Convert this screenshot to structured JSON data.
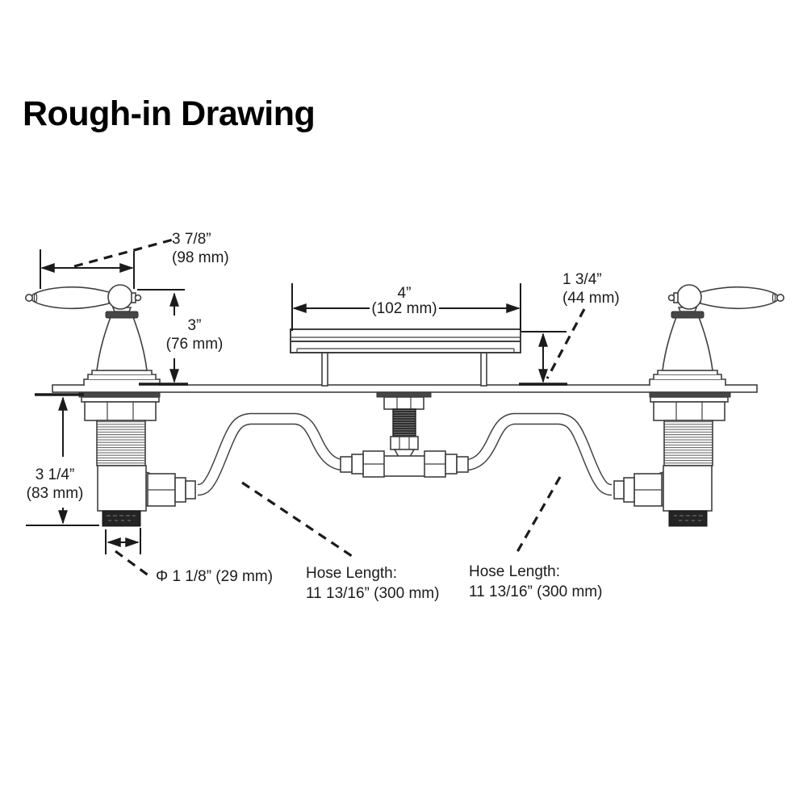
{
  "title": "Rough-in Drawing",
  "dimensions": {
    "handle_width": {
      "inches": "3 7/8”",
      "metric": "(98 mm)"
    },
    "handle_height": {
      "inches": "3”",
      "metric": "(76 mm)"
    },
    "spout_width": {
      "inches": "4”",
      "metric": "(102 mm)"
    },
    "spout_height": {
      "inches": "1 3/4”",
      "metric": "(44 mm)"
    },
    "below_deck_depth": {
      "inches": "3 1/4”",
      "metric": "(83 mm)"
    },
    "hole_diameter": "Φ 1 1/8” (29 mm)",
    "hose_left": {
      "label": "Hose Length:",
      "value": "11 13/16” (300 mm)"
    },
    "hose_right": {
      "label": "Hose Length:",
      "value": "11 13/16” (300 mm)"
    }
  },
  "colors": {
    "line": "#3f3f3f",
    "annotation": "#1b1b1b",
    "background": "#ffffff"
  }
}
